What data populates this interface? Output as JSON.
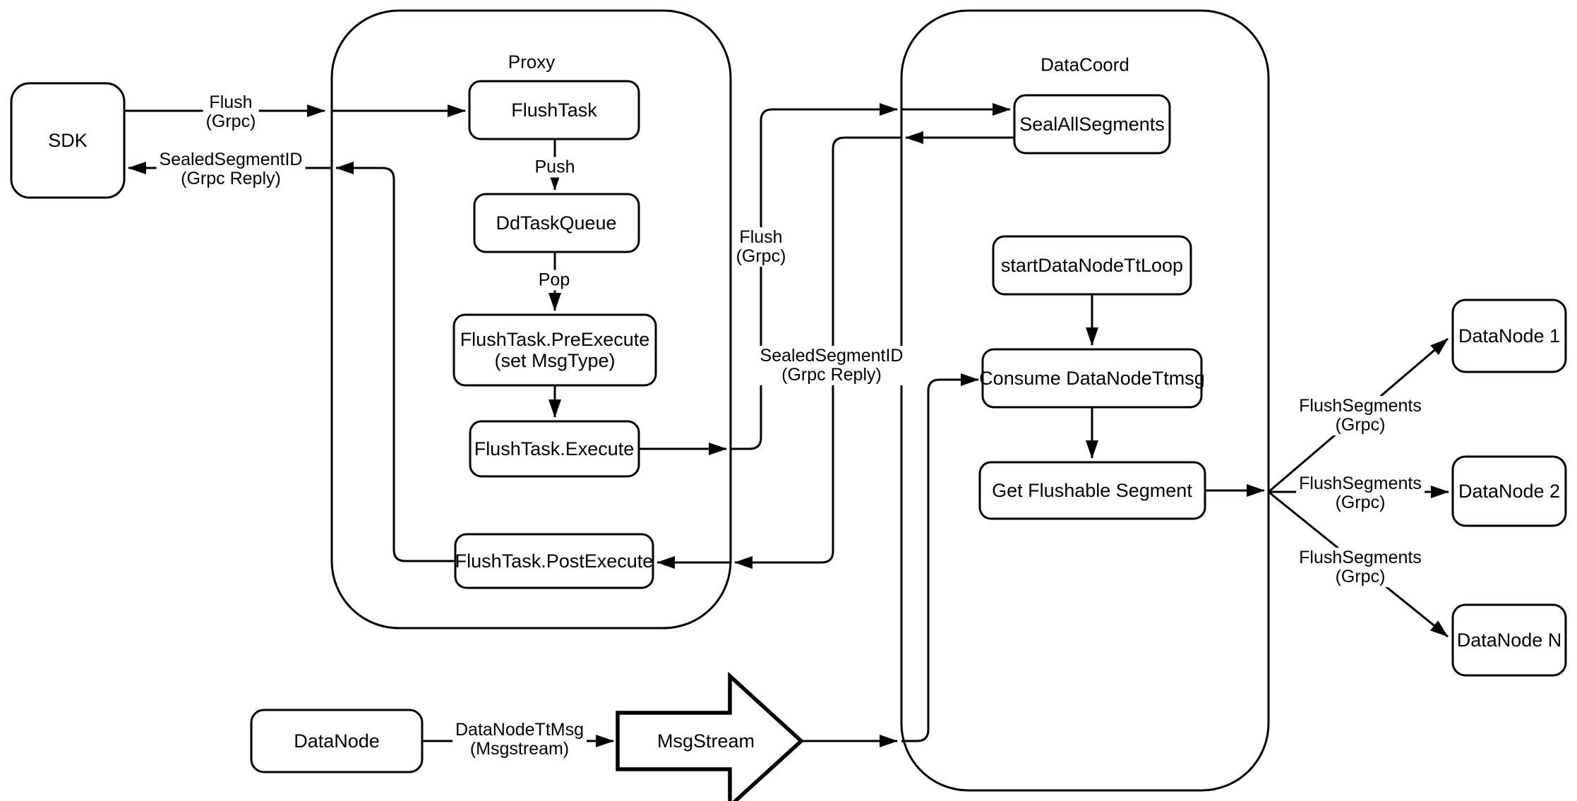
{
  "diagram": {
    "colors": {
      "stroke": "#000000",
      "fill": "#ffffff",
      "background": "#ffffff"
    },
    "containers": {
      "proxy": {
        "title": "Proxy"
      },
      "datacoord": {
        "title": "DataCoord"
      }
    },
    "nodes": {
      "sdk": {
        "label": "SDK"
      },
      "flush_task": {
        "label": "FlushTask"
      },
      "dd_task_queue": {
        "label": "DdTaskQueue"
      },
      "pre_execute": {
        "line1": "FlushTask.PreExecute",
        "line2": "(set MsgType)"
      },
      "execute": {
        "label": "FlushTask.Execute"
      },
      "post_execute": {
        "label": "FlushTask.PostExecute"
      },
      "seal_all_segments": {
        "label": "SealAllSegments"
      },
      "start_datanode_tt_loop": {
        "label": "startDataNodeTtLoop"
      },
      "consume_datanode_ttmsg": {
        "label": "Consume DataNodeTtmsg"
      },
      "get_flushable_segment": {
        "label": "Get Flushable Segment"
      },
      "datanode_source": {
        "label": "DataNode"
      },
      "msgstream": {
        "label": "MsgStream"
      },
      "datanode_1": {
        "label": "DataNode 1"
      },
      "datanode_2": {
        "label": "DataNode 2"
      },
      "datanode_n": {
        "label": "DataNode N"
      }
    },
    "edge_labels": {
      "sdk_flush": {
        "line1": "Flush",
        "line2": "(Grpc)"
      },
      "sdk_reply": {
        "line1": "SealedSegmentID",
        "line2": "(Grpc Reply)"
      },
      "push": {
        "label": "Push"
      },
      "pop": {
        "label": "Pop"
      },
      "proxy_flush": {
        "line1": "Flush",
        "line2": "(Grpc)"
      },
      "proxy_reply": {
        "line1": "SealedSegmentID",
        "line2": "(Grpc Reply)"
      },
      "datanode_ttmsg": {
        "line1": "DataNodeTtMsg",
        "line2": "(Msgstream)"
      },
      "flush_segments_1": {
        "line1": "FlushSegments",
        "line2": "(Grpc)"
      },
      "flush_segments_2": {
        "line1": "FlushSegments",
        "line2": "(Grpc)"
      },
      "flush_segments_3": {
        "line1": "FlushSegments",
        "line2": "(Grpc)"
      }
    }
  }
}
